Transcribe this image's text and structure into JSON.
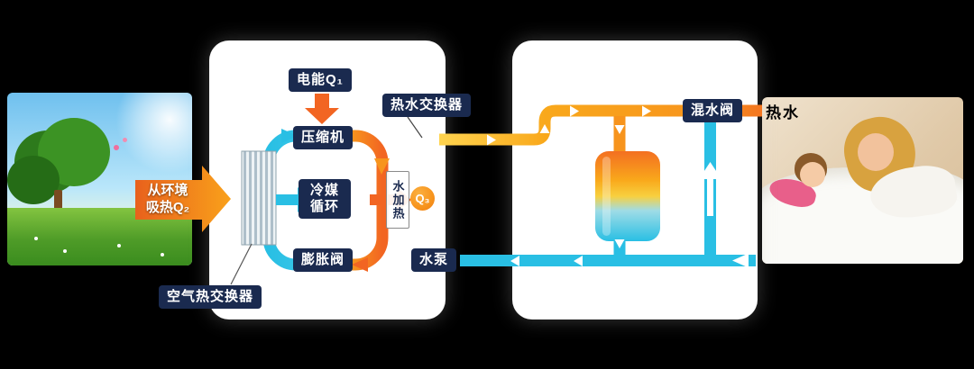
{
  "labels": {
    "electric_energy": "电能Q₁",
    "compressor": "压缩机",
    "refrigerant_cycle": "冷媒循环",
    "expansion_valve": "膨胀阀",
    "air_heat_exchanger": "空气热交换器",
    "hot_water_exchanger": "热水交换器",
    "water_heating": "水加热",
    "q3": "Q₃",
    "env_heat_line1": "从环境",
    "env_heat_line2": "吸热Q₂",
    "water_pump": "水泵",
    "mixing_valve": "混水阀",
    "hot_water_out": "热水"
  },
  "colors": {
    "hot_orange": "#f7941d",
    "deep_orange": "#f26522",
    "cold_cyan": "#29bfe4",
    "label_navy": "#1a2a4f",
    "panel_white": "#ffffff",
    "background": "#000000"
  }
}
